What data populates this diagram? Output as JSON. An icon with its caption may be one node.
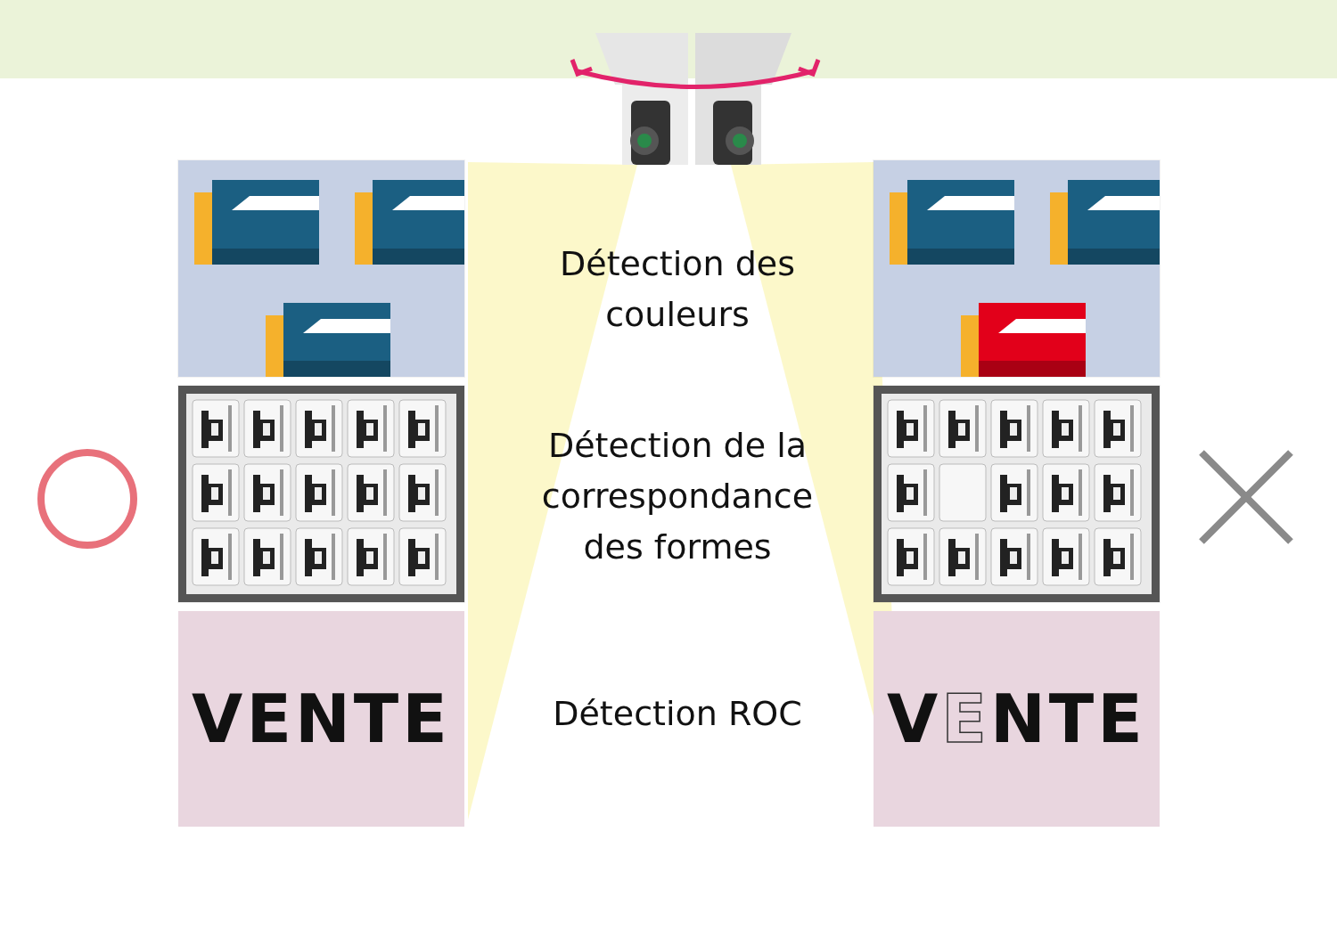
{
  "diagram": {
    "nodes": [
      {
        "text": [],
        "shape": "bar"
      },
      {
        "text": [],
        "shape": "box"
      },
      {
        "text": [],
        "shape": "box"
      },
      {
        "text": [],
        "shape": "box"
      },
      {
        "text": [],
        "shape": "box"
      },
      {
        "text": [
          "VENTE"
        ]
      },
      {
        "text": [
          "VENTE"
        ]
      }
    ],
    "labels": [
      "Détection des couleurs",
      "Détection de la correspondance des formes",
      "Détection ROC"
    ]
  }
}
